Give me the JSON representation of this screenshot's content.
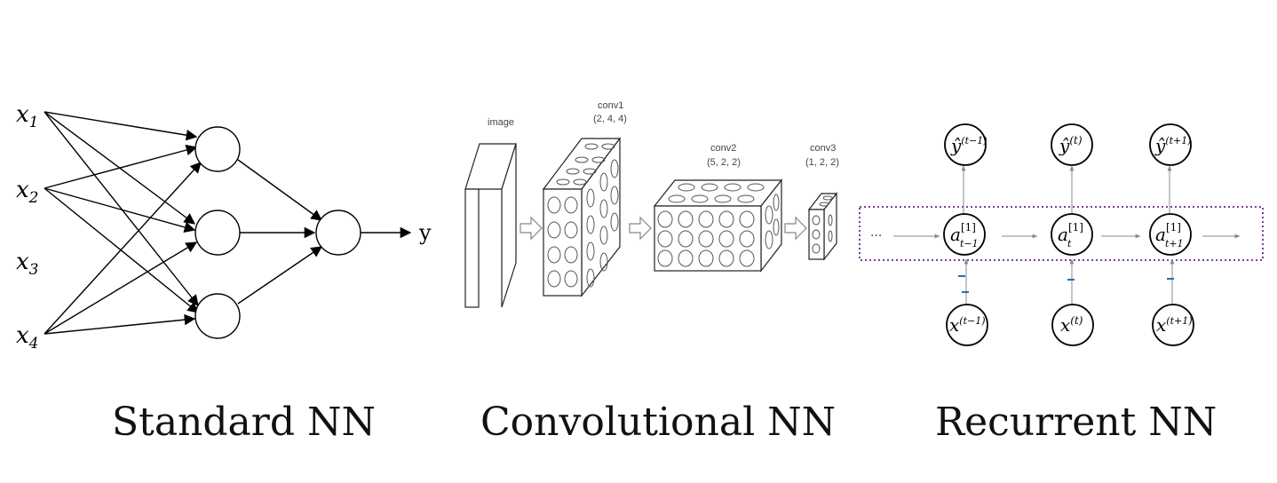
{
  "standard_nn": {
    "caption": "Standard NN",
    "inputs": [
      {
        "base": "x",
        "sub": "1"
      },
      {
        "base": "x",
        "sub": "2"
      },
      {
        "base": "x",
        "sub": "3"
      },
      {
        "base": "x",
        "sub": "4"
      }
    ],
    "output_label": "y"
  },
  "convolutional_nn": {
    "caption": "Convolutional NN",
    "image_label": "image",
    "conv1": {
      "name": "conv1",
      "dims": "(2, 4, 4)"
    },
    "conv2": {
      "name": "conv2",
      "dims": "(5, 2, 2)"
    },
    "conv3": {
      "name": "conv3",
      "dims": "(1, 2, 2)"
    }
  },
  "recurrent_nn": {
    "caption": "Recurrent NN",
    "ellipsis": "···",
    "hidden_superscript": "[1]",
    "hidden_base": "a",
    "output_base": "ŷ",
    "input_base": "x",
    "steps": [
      {
        "index": "t−1",
        "time": "(t−1)"
      },
      {
        "index": "t",
        "time": "(t)"
      },
      {
        "index": "t+1",
        "time": "(t+1)"
      }
    ],
    "colors": {
      "box_border": "#7b3f9e",
      "tick_mark": "#1f6fb2"
    }
  }
}
